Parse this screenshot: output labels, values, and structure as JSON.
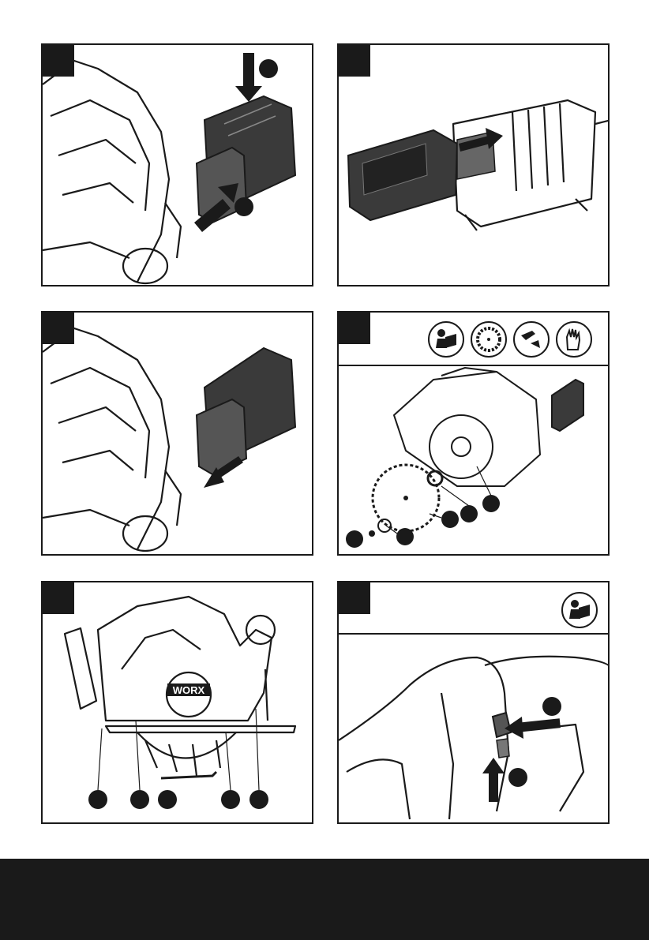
{
  "brand": {
    "logo_text": "WORX",
    "footer_color": "#1a1a1a",
    "ink": "#1a1a1a"
  },
  "panels": [
    {
      "id": "battery-insert",
      "icons": [],
      "markers": 2,
      "arrows": 2
    },
    {
      "id": "battery-charging",
      "icons": [],
      "markers": 0,
      "arrows": 1
    },
    {
      "id": "battery-remove",
      "icons": [],
      "markers": 0,
      "arrows": 1
    },
    {
      "id": "blade-change",
      "icons": [
        "read-manual-icon",
        "saw-blade-icon",
        "battery-remove-icon",
        "gloves-icon"
      ],
      "markers": 6,
      "arrows": 0
    },
    {
      "id": "saw-overview",
      "icons": [],
      "markers": 5,
      "arrows": 0
    },
    {
      "id": "switch-operation",
      "icons": [
        "read-manual-icon"
      ],
      "markers": 2,
      "arrows": 2
    }
  ]
}
